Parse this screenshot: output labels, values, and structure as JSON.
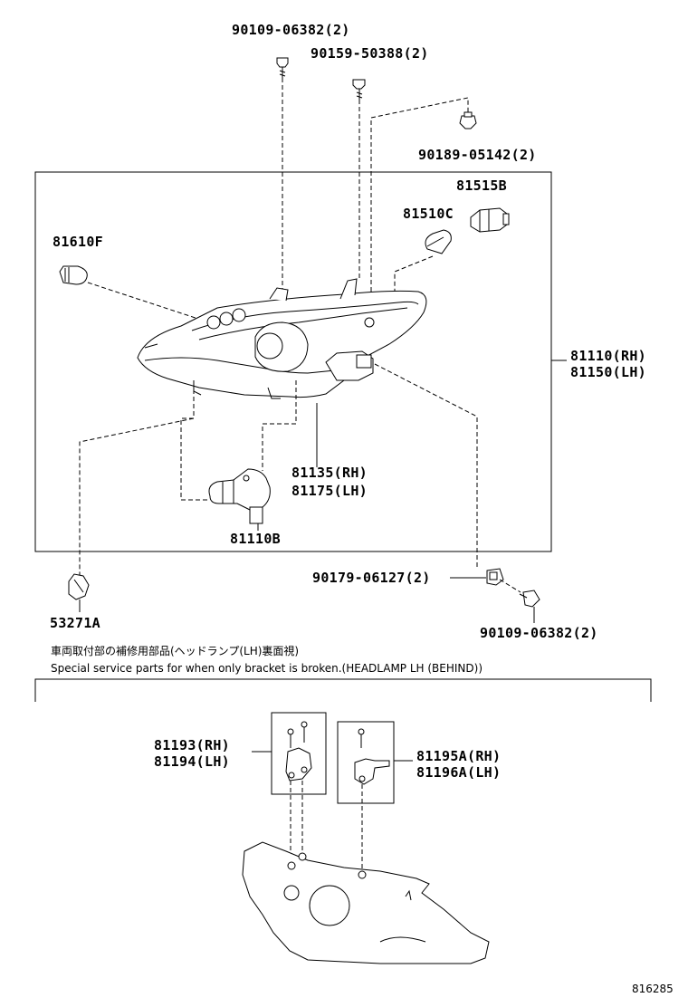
{
  "labels": {
    "p_90109_06382_top": "90109-06382(2)",
    "p_90159_50388": "90159-50388(2)",
    "p_90189_05142": "90189-05142(2)",
    "p_81515b": "81515B",
    "p_81510c": "81510C",
    "p_81610f": "81610F",
    "p_81110_rh": "81110(RH)",
    "p_81150_lh": "81150(LH)",
    "p_81135_rh": "81135(RH)",
    "p_81175_lh": "81175(LH)",
    "p_81110b": "81110B",
    "p_90179_06127": "90179-06127(2)",
    "p_53271a": "53271A",
    "p_90109_06382_bottom": "90109-06382(2)",
    "p_81193_rh": "81193(RH)",
    "p_81194_lh": "81194(LH)",
    "p_81195a_rh": "81195A(RH)",
    "p_81196a_lh": "81196A(LH)"
  },
  "notes": {
    "japanese": "車両取付部の補修用部品(ヘッドランプ(LH)裏面視)",
    "english": "Special service parts for when only bracket is broken.(HEADLAMP LH (BEHIND))"
  },
  "footer": {
    "diagram_id": "816285"
  }
}
